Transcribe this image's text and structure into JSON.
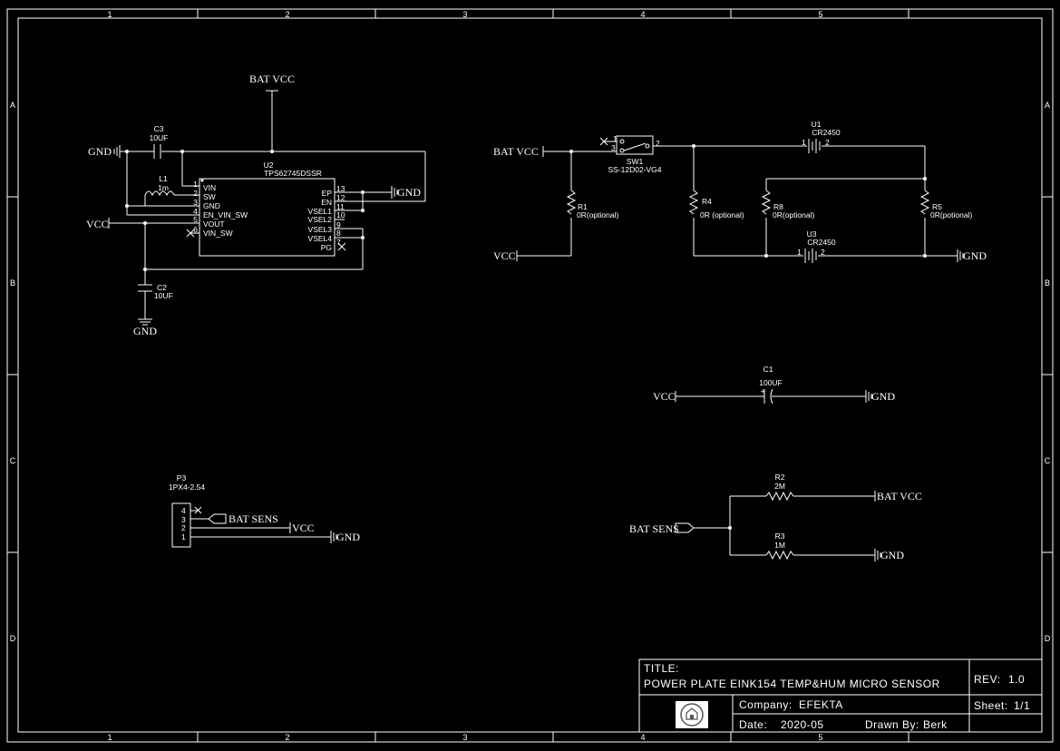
{
  "border": {
    "columns": [
      "1",
      "2",
      "3",
      "4",
      "5"
    ],
    "rows": [
      "A",
      "B",
      "C",
      "D"
    ]
  },
  "nets": {
    "bat_vcc": "BAT VCC",
    "vcc": "VCC",
    "gnd": "GND",
    "bat_sens": "BAT SENS"
  },
  "components": {
    "c3": {
      "ref": "C3",
      "value": "10UF"
    },
    "c2": {
      "ref": "C2",
      "value": "10UF"
    },
    "l1": {
      "ref": "L1",
      "value": "1m"
    },
    "u2": {
      "ref": "U2",
      "value": "TPS62745DSSR",
      "left_pins": [
        {
          "num": "1",
          "name": "VIN"
        },
        {
          "num": "2",
          "name": "SW"
        },
        {
          "num": "3",
          "name": "GND"
        },
        {
          "num": "4",
          "name": "EN_VIN_SW"
        },
        {
          "num": "5",
          "name": "VOUT"
        },
        {
          "num": "6",
          "name": "VIN_SW"
        }
      ],
      "right_pins": [
        {
          "num": "13",
          "name": "EP"
        },
        {
          "num": "12",
          "name": "EN"
        },
        {
          "num": "11",
          "name": "VSEL1"
        },
        {
          "num": "10",
          "name": "VSEL2"
        },
        {
          "num": "9",
          "name": "VSEL3"
        },
        {
          "num": "8",
          "name": "VSEL4"
        },
        {
          "num": "7",
          "name": "PG"
        }
      ]
    },
    "sw1": {
      "ref": "SW1",
      "value": "SS-12D02-VG4",
      "pins": [
        "1",
        "3",
        "2"
      ]
    },
    "r1": {
      "ref": "R1",
      "value": "0R(optional)"
    },
    "r4": {
      "ref": "R4",
      "value": "0R (optional)"
    },
    "r8": {
      "ref": "R8",
      "value": "0R(optional)"
    },
    "r5": {
      "ref": "R5",
      "value": "0R(potional)"
    },
    "u1": {
      "ref": "U1",
      "value": "CR2450",
      "pin1": "1",
      "pin2": "2"
    },
    "u3": {
      "ref": "U3",
      "value": "CR2450",
      "pin1": "1",
      "pin2": "2"
    },
    "c1": {
      "ref": "C1",
      "value": "100UF"
    },
    "p3": {
      "ref": "P3",
      "value": "1PX4-2.54",
      "pins": [
        "4",
        "3",
        "2",
        "1"
      ]
    },
    "r2": {
      "ref": "R2",
      "value": "2M"
    },
    "r3": {
      "ref": "R3",
      "value": "1M"
    }
  },
  "title_block": {
    "title_label": "TITLE:",
    "title": "POWER PLATE EINK154 TEMP&HUM MICRO SENSOR",
    "rev_label": "REV:",
    "rev": "1.0",
    "company_label": "Company:",
    "company": "EFEKTA",
    "sheet_label": "Sheet:",
    "sheet": "1/1",
    "date_label": "Date:",
    "date": "2020-05",
    "drawn_label": "Drawn By:",
    "drawn_by": "Berk"
  },
  "colors": {
    "background": "#000000",
    "ink": "#ffffff"
  }
}
